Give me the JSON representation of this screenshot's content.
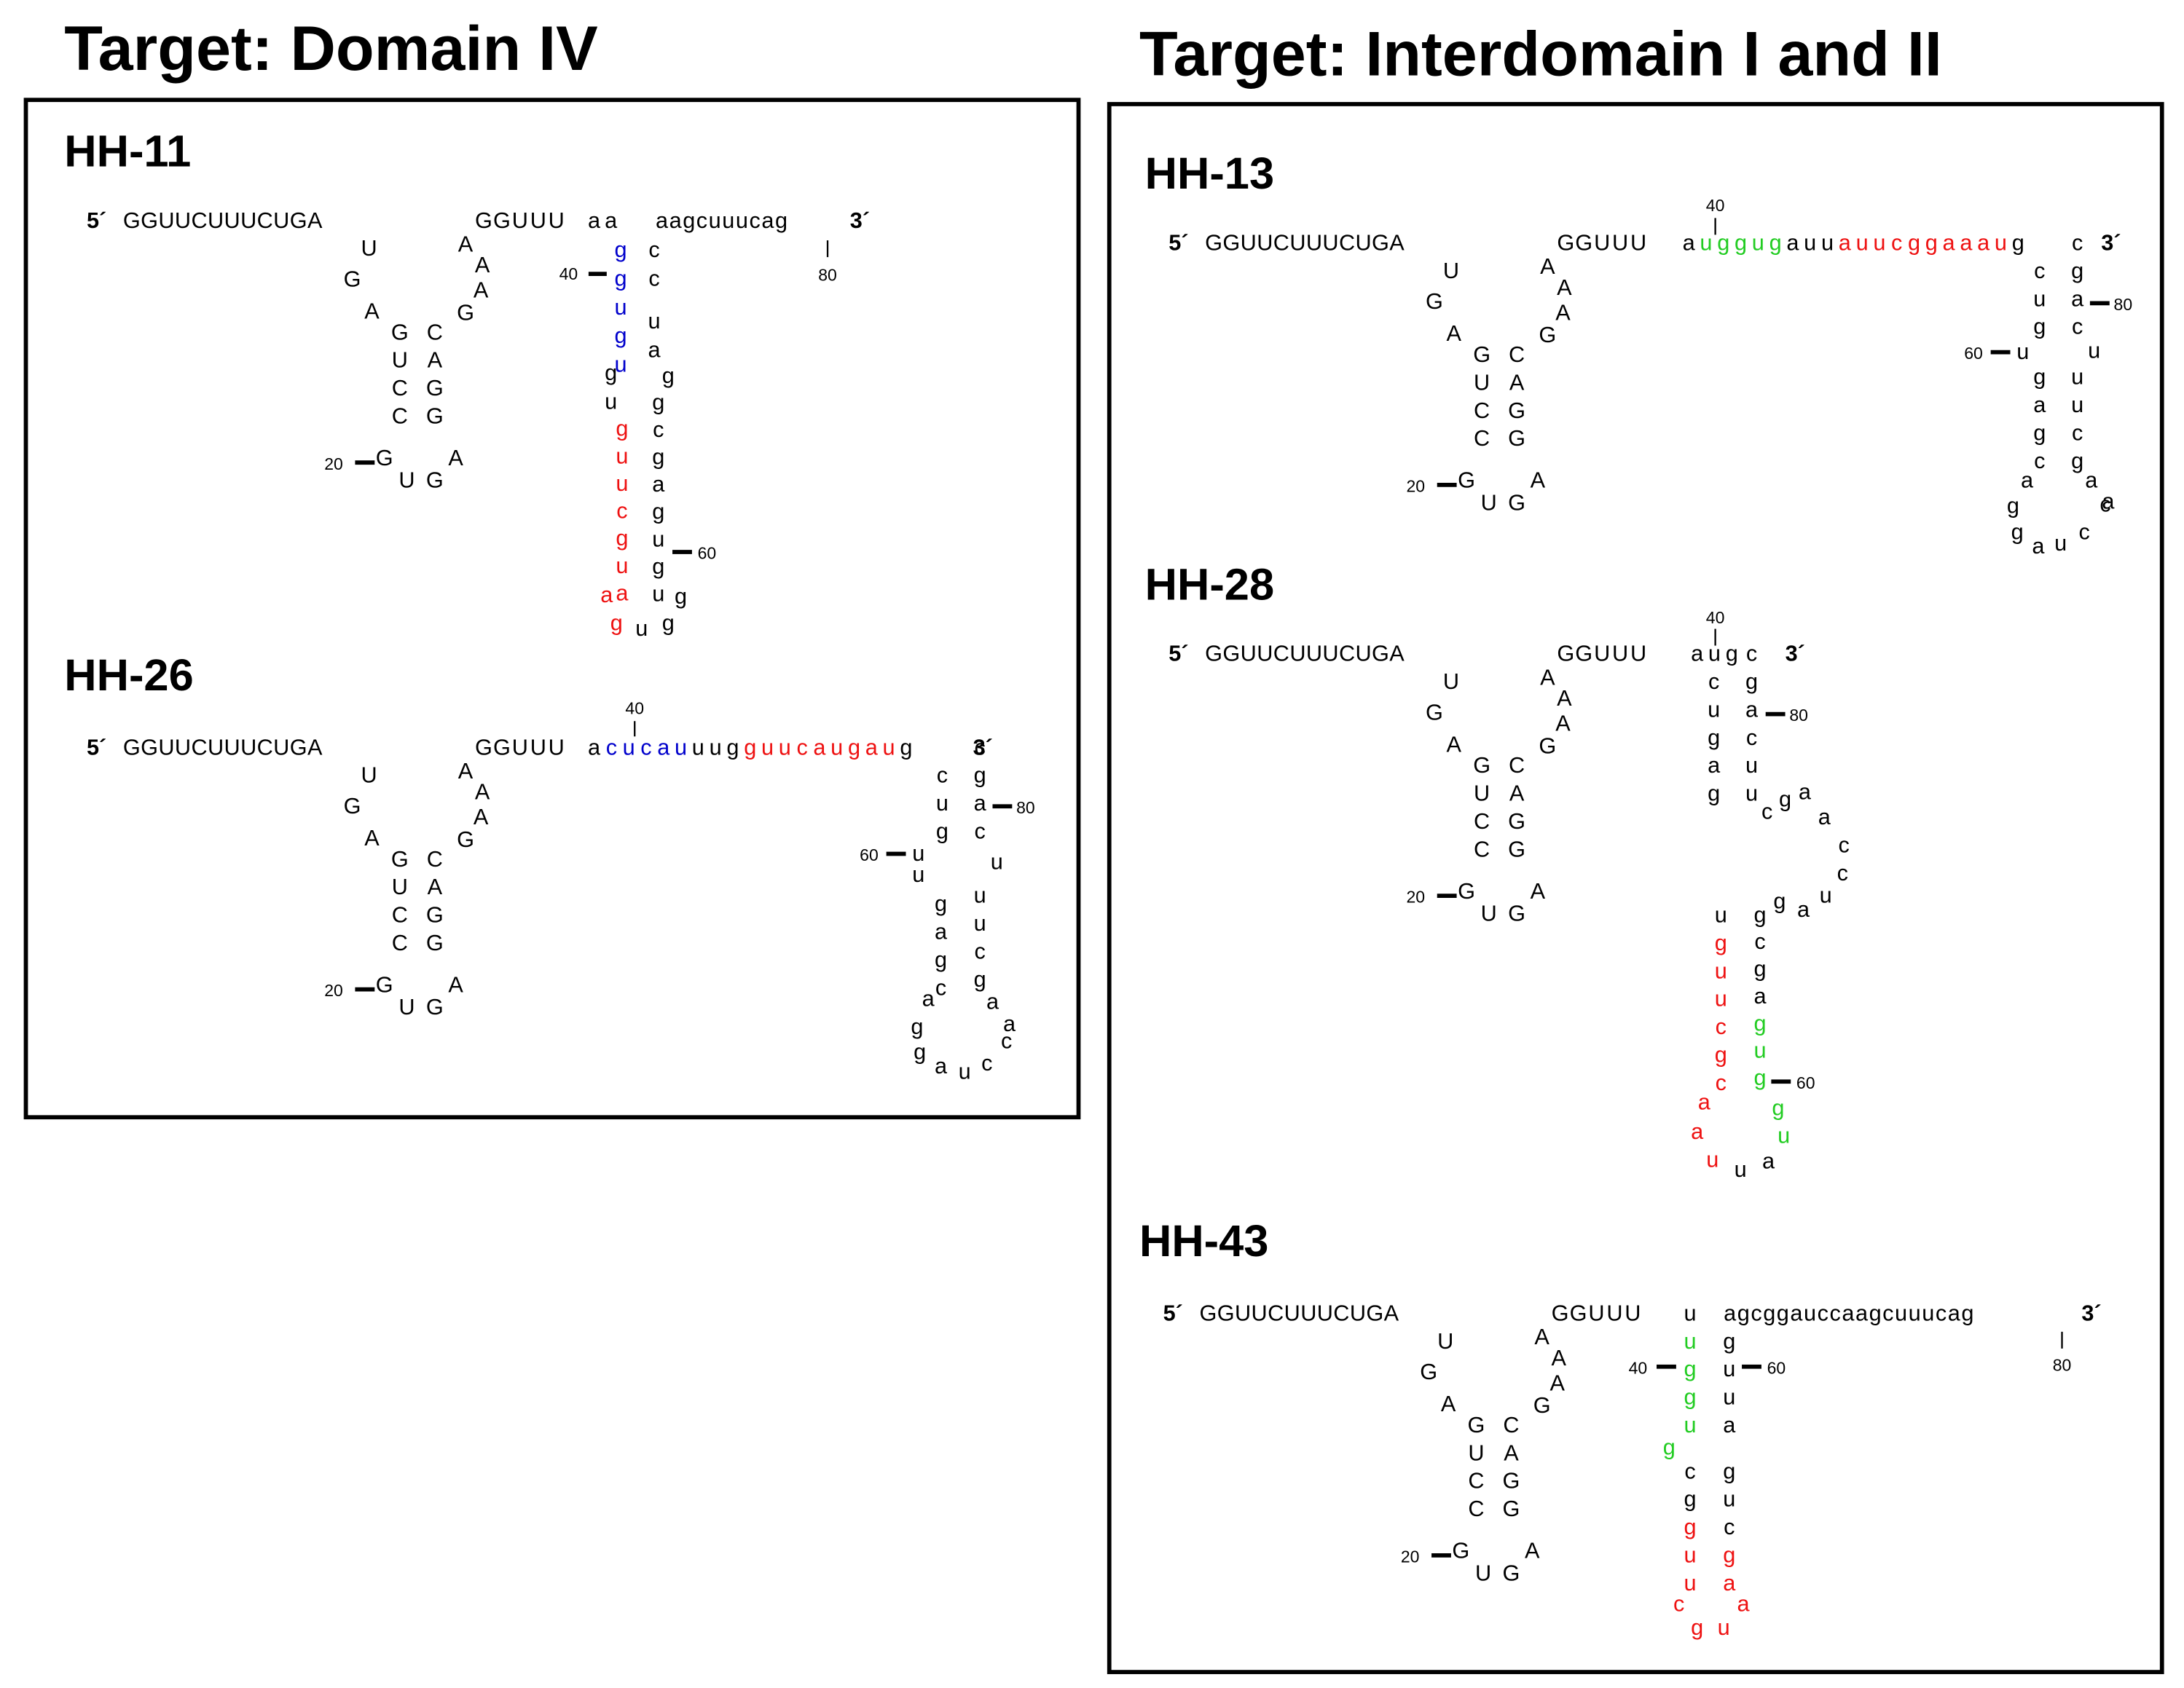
{
  "titles": {
    "left": "Target: Domain IV",
    "right": "Target: Interdomain I and II"
  },
  "colors": {
    "default": "#000000",
    "blue": "#0000cc",
    "red": "#ee1111",
    "green": "#22cc22"
  },
  "constructs": [
    {
      "id": "hh11",
      "label": "HH-11",
      "five_prime": "5´",
      "seq5": "GGUUCUUUCUGA",
      "core_arm": "GGUUU",
      "three_prime": "3´",
      "tail": "aagcuuucag",
      "markers": [
        "20",
        "40",
        "60",
        "80"
      ],
      "ribozyme_core": {
        "left_run": [
          "U",
          "G",
          "A"
        ],
        "stem_left": [
          "G",
          "U",
          "C",
          "C",
          "G"
        ],
        "stem_right": [
          "C",
          "A",
          "G",
          "G",
          "A"
        ],
        "loop": [
          "U",
          "G"
        ],
        "turn": [
          "G",
          "A",
          "A",
          "A"
        ]
      },
      "hairpin": {
        "left": [
          {
            "b": "a",
            "c": "black"
          },
          {
            "b": "g",
            "c": "blue"
          },
          {
            "b": "g",
            "c": "blue"
          },
          {
            "b": "u",
            "c": "blue"
          },
          {
            "b": "g",
            "c": "blue"
          },
          {
            "b": "u",
            "c": "blue"
          },
          {
            "b": "g",
            "c": "black"
          },
          {
            "b": "u",
            "c": "black"
          },
          {
            "b": "g",
            "c": "red"
          },
          {
            "b": "u",
            "c": "red"
          },
          {
            "b": "u",
            "c": "red"
          },
          {
            "b": "c",
            "c": "red"
          },
          {
            "b": "g",
            "c": "red"
          },
          {
            "b": "u",
            "c": "red"
          },
          {
            "b": "a",
            "c": "red"
          },
          {
            "b": "a",
            "c": "red"
          },
          {
            "b": "g",
            "c": "red"
          }
        ],
        "loop": [
          "u",
          "g",
          "g"
        ],
        "right": [
          "c",
          "c",
          "u",
          "a",
          "g",
          "g",
          "c",
          "g",
          "a",
          "g",
          "u",
          "g",
          "u"
        ]
      }
    },
    {
      "id": "hh26",
      "label": "HH-26",
      "five_prime": "5´",
      "seq5": "GGUUCUUUCUGA",
      "core_arm": "GGUUU",
      "three_prime": "3´",
      "markers": [
        "20",
        "40",
        "60",
        "80"
      ],
      "ribozyme_core": {
        "left_run": [
          "U",
          "G",
          "A"
        ],
        "stem_left": [
          "G",
          "U",
          "C",
          "C",
          "G"
        ],
        "stem_right": [
          "C",
          "A",
          "G",
          "G",
          "A"
        ],
        "loop": [
          "U",
          "G"
        ],
        "turn": [
          "G",
          "A",
          "A",
          "A"
        ]
      },
      "linker": [
        {
          "b": "a",
          "c": "black"
        },
        {
          "b": "c",
          "c": "blue"
        },
        {
          "b": "u",
          "c": "blue"
        },
        {
          "b": "c",
          "c": "blue"
        },
        {
          "b": "a",
          "c": "blue"
        },
        {
          "b": "u",
          "c": "blue"
        },
        {
          "b": "u",
          "c": "black"
        },
        {
          "b": "u",
          "c": "black"
        },
        {
          "b": "g",
          "c": "black"
        },
        {
          "b": "g",
          "c": "red"
        },
        {
          "b": "u",
          "c": "red"
        },
        {
          "b": "u",
          "c": "red"
        },
        {
          "b": "c",
          "c": "red"
        },
        {
          "b": "a",
          "c": "red"
        },
        {
          "b": "u",
          "c": "red"
        },
        {
          "b": "g",
          "c": "red"
        },
        {
          "b": "a",
          "c": "red"
        },
        {
          "b": "u",
          "c": "red"
        },
        {
          "b": "g",
          "c": "black"
        }
      ],
      "hairpin": {
        "left": [
          "c",
          "u",
          "g",
          "u",
          "u",
          "g",
          "a",
          "g",
          "c",
          "a",
          "g"
        ],
        "loop": [
          "g",
          "a",
          "u",
          "c",
          "c"
        ],
        "right": [
          "c",
          "g",
          "a",
          "c",
          "u",
          "u",
          "u",
          "c",
          "g",
          "a",
          "a"
        ]
      }
    },
    {
      "id": "hh13",
      "label": "HH-13",
      "five_prime": "5´",
      "seq5": "GGUUCUUUCUGA",
      "core_arm": "GGUUU",
      "three_prime": "3´",
      "markers": [
        "20",
        "40",
        "60",
        "80"
      ],
      "ribozyme_core": {
        "left_run": [
          "U",
          "G",
          "A"
        ],
        "stem_left": [
          "G",
          "U",
          "C",
          "C",
          "G"
        ],
        "stem_right": [
          "C",
          "A",
          "G",
          "G",
          "A"
        ],
        "loop": [
          "U",
          "G"
        ],
        "turn": [
          "G",
          "A",
          "A",
          "A"
        ]
      },
      "linker": [
        {
          "b": "a",
          "c": "black"
        },
        {
          "b": "u",
          "c": "green"
        },
        {
          "b": "g",
          "c": "green"
        },
        {
          "b": "g",
          "c": "green"
        },
        {
          "b": "u",
          "c": "green"
        },
        {
          "b": "g",
          "c": "green"
        },
        {
          "b": "a",
          "c": "black"
        },
        {
          "b": "u",
          "c": "black"
        },
        {
          "b": "u",
          "c": "black"
        },
        {
          "b": "a",
          "c": "red"
        },
        {
          "b": "u",
          "c": "red"
        },
        {
          "b": "u",
          "c": "red"
        },
        {
          "b": "c",
          "c": "red"
        },
        {
          "b": "g",
          "c": "red"
        },
        {
          "b": "g",
          "c": "red"
        },
        {
          "b": "a",
          "c": "red"
        },
        {
          "b": "a",
          "c": "red"
        },
        {
          "b": "a",
          "c": "red"
        },
        {
          "b": "u",
          "c": "red"
        },
        {
          "b": "g",
          "c": "black"
        }
      ],
      "hairpin": {
        "left": [
          "c",
          "u",
          "g",
          "u",
          "g",
          "a",
          "g",
          "c",
          "a",
          "g"
        ],
        "loop": [
          "g",
          "a",
          "u",
          "c",
          "c"
        ],
        "right": [
          "c",
          "g",
          "a",
          "c",
          "u",
          "u",
          "u",
          "c",
          "g",
          "a",
          "a"
        ]
      }
    },
    {
      "id": "hh28",
      "label": "HH-28",
      "five_prime": "5´",
      "seq5": "GGUUCUUUCUGA",
      "core_arm": "GGUUU",
      "three_prime": "3´",
      "markers": [
        "20",
        "40",
        "60",
        "80"
      ],
      "ribozyme_core": {
        "left_run": [
          "U",
          "G",
          "A"
        ],
        "stem_left": [
          "G",
          "U",
          "C",
          "C",
          "G"
        ],
        "stem_right": [
          "C",
          "A",
          "G",
          "G",
          "A"
        ],
        "loop": [
          "U",
          "G"
        ],
        "turn": [
          "G",
          "A",
          "A",
          "A"
        ]
      },
      "upper": {
        "top": [
          "a",
          "u",
          "g",
          "c"
        ],
        "left": [
          "c",
          "u",
          "g",
          "a",
          "g"
        ],
        "right": [
          "g",
          "a",
          "c",
          "u",
          "u"
        ],
        "bulge": [
          "c",
          "g",
          "a",
          "a",
          "c",
          "c",
          "u",
          "a",
          "g"
        ]
      },
      "lower": {
        "left": [
          {
            "b": "u",
            "c": "black"
          },
          {
            "b": "g",
            "c": "red"
          },
          {
            "b": "u",
            "c": "red"
          },
          {
            "b": "u",
            "c": "red"
          },
          {
            "b": "c",
            "c": "red"
          },
          {
            "b": "g",
            "c": "red"
          },
          {
            "b": "c",
            "c": "red"
          },
          {
            "b": "a",
            "c": "red"
          },
          {
            "b": "a",
            "c": "red"
          },
          {
            "b": "u",
            "c": "red"
          }
        ],
        "loop": [
          {
            "b": "u",
            "c": "black"
          },
          {
            "b": "a",
            "c": "black"
          }
        ],
        "right": [
          {
            "b": "g",
            "c": "black"
          },
          {
            "b": "c",
            "c": "black"
          },
          {
            "b": "g",
            "c": "black"
          },
          {
            "b": "a",
            "c": "black"
          },
          {
            "b": "g",
            "c": "green"
          },
          {
            "b": "u",
            "c": "green"
          },
          {
            "b": "g",
            "c": "green"
          },
          {
            "b": "g",
            "c": "green"
          },
          {
            "b": "u",
            "c": "green"
          }
        ]
      }
    },
    {
      "id": "hh43",
      "label": "HH-43",
      "five_prime": "5´",
      "seq5": "GGUUCUUUCUGA",
      "core_arm": "GGUUU",
      "three_prime": "3´",
      "tail": "agcggauccaagcuuucag",
      "markers": [
        "20",
        "40",
        "60",
        "80"
      ],
      "ribozyme_core": {
        "left_run": [
          "U",
          "G",
          "A"
        ],
        "stem_left": [
          "G",
          "U",
          "C",
          "C",
          "G"
        ],
        "stem_right": [
          "C",
          "A",
          "G",
          "G",
          "A"
        ],
        "loop": [
          "U",
          "G"
        ],
        "turn": [
          "G",
          "A",
          "A",
          "A"
        ]
      },
      "hairpin": {
        "left": [
          {
            "b": "u",
            "c": "black"
          },
          {
            "b": "u",
            "c": "green"
          },
          {
            "b": "g",
            "c": "green"
          },
          {
            "b": "g",
            "c": "green"
          },
          {
            "b": "u",
            "c": "green"
          },
          {
            "b": "g",
            "c": "green"
          },
          {
            "b": "c",
            "c": "black"
          },
          {
            "b": "g",
            "c": "black"
          },
          {
            "b": "g",
            "c": "red"
          },
          {
            "b": "u",
            "c": "red"
          },
          {
            "b": "u",
            "c": "red"
          },
          {
            "b": "c",
            "c": "red"
          }
        ],
        "loop": [
          {
            "b": "g",
            "c": "red"
          },
          {
            "b": "u",
            "c": "red"
          }
        ],
        "right": [
          {
            "b": "g",
            "c": "black"
          },
          {
            "b": "u",
            "c": "black"
          },
          {
            "b": "u",
            "c": "black"
          },
          {
            "b": "a",
            "c": "black"
          },
          {
            "b": "g",
            "c": "black"
          },
          {
            "b": "u",
            "c": "black"
          },
          {
            "b": "c",
            "c": "black"
          },
          {
            "b": "g",
            "c": "red"
          },
          {
            "b": "a",
            "c": "red"
          },
          {
            "b": "a",
            "c": "red"
          }
        ]
      }
    }
  ]
}
